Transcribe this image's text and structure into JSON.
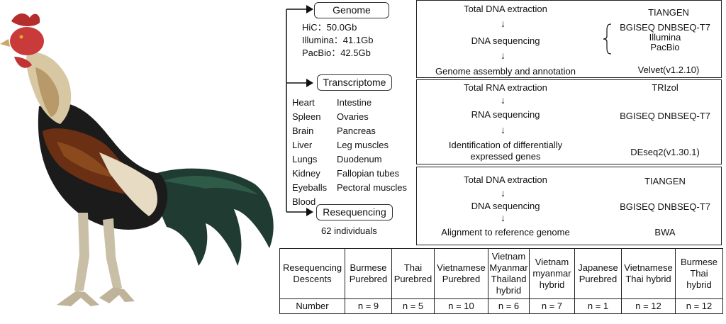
{
  "genome": {
    "label": "Genome",
    "data": [
      "HiC：50.0Gb",
      "Illumina：41.1Gb",
      "PacBio：42.5Gb"
    ]
  },
  "transcriptome": {
    "label": "Transcriptome",
    "tissues_left": [
      "Heart",
      "Spleen",
      "Brain",
      "Liver",
      "Lungs",
      "Kidney",
      "Eyeballs",
      "Blood"
    ],
    "tissues_right": [
      "Intestine",
      "Ovaries",
      "Pancreas",
      "Leg muscles",
      "Duodenum",
      "Fallopian tubes",
      "Pectoral muscles"
    ]
  },
  "resequencing": {
    "label": "Resequencing",
    "count": "62 individuals"
  },
  "pipeline_genome": {
    "steps": [
      "Total DNA extraction",
      "DNA sequencing",
      "Genome assembly and annotation"
    ],
    "tools": [
      "TIANGEN",
      "BGISEQ DNBSEQ-T7",
      "Illumina",
      "PacBio",
      "Velvet(v1.2.10)"
    ]
  },
  "pipeline_transcriptome": {
    "steps": [
      "Total RNA extraction",
      "RNA sequencing",
      "Identification of differentially",
      "expressed genes"
    ],
    "tools": [
      "TRIzol",
      "BGISEQ DNBSEQ-T7",
      "DEseq2(v1.30.1)"
    ]
  },
  "pipeline_reseq": {
    "steps": [
      "Total DNA extraction",
      "DNA sequencing",
      "Alignment to reference genome"
    ],
    "tools": [
      "TIANGEN",
      "BGISEQ DNBSEQ-T7",
      "BWA"
    ]
  },
  "table": {
    "header_label": [
      "Resequencing",
      "Descents"
    ],
    "row_label": "Number",
    "columns": [
      {
        "lines": [
          "Burmese",
          "Purebred"
        ],
        "n": "n = 9"
      },
      {
        "lines": [
          "Thai",
          "Purebred"
        ],
        "n": "n = 5"
      },
      {
        "lines": [
          "Vietnamese",
          "Purebred"
        ],
        "n": "n = 10"
      },
      {
        "lines": [
          "Vietnam",
          "Myanmar",
          "Thailand",
          "hybrid"
        ],
        "n": "n = 6"
      },
      {
        "lines": [
          "Vietnam",
          "myanmar",
          "hybrid"
        ],
        "n": "n = 7"
      },
      {
        "lines": [
          "Japanese",
          "Purebred"
        ],
        "n": "n = 1"
      },
      {
        "lines": [
          "Vietnamese",
          "Thai hybrid"
        ],
        "n": "n = 12"
      },
      {
        "lines": [
          "Burmese",
          "Thai",
          "hybrid"
        ],
        "n": "n = 12"
      }
    ]
  },
  "arrow_glyph": "↓"
}
